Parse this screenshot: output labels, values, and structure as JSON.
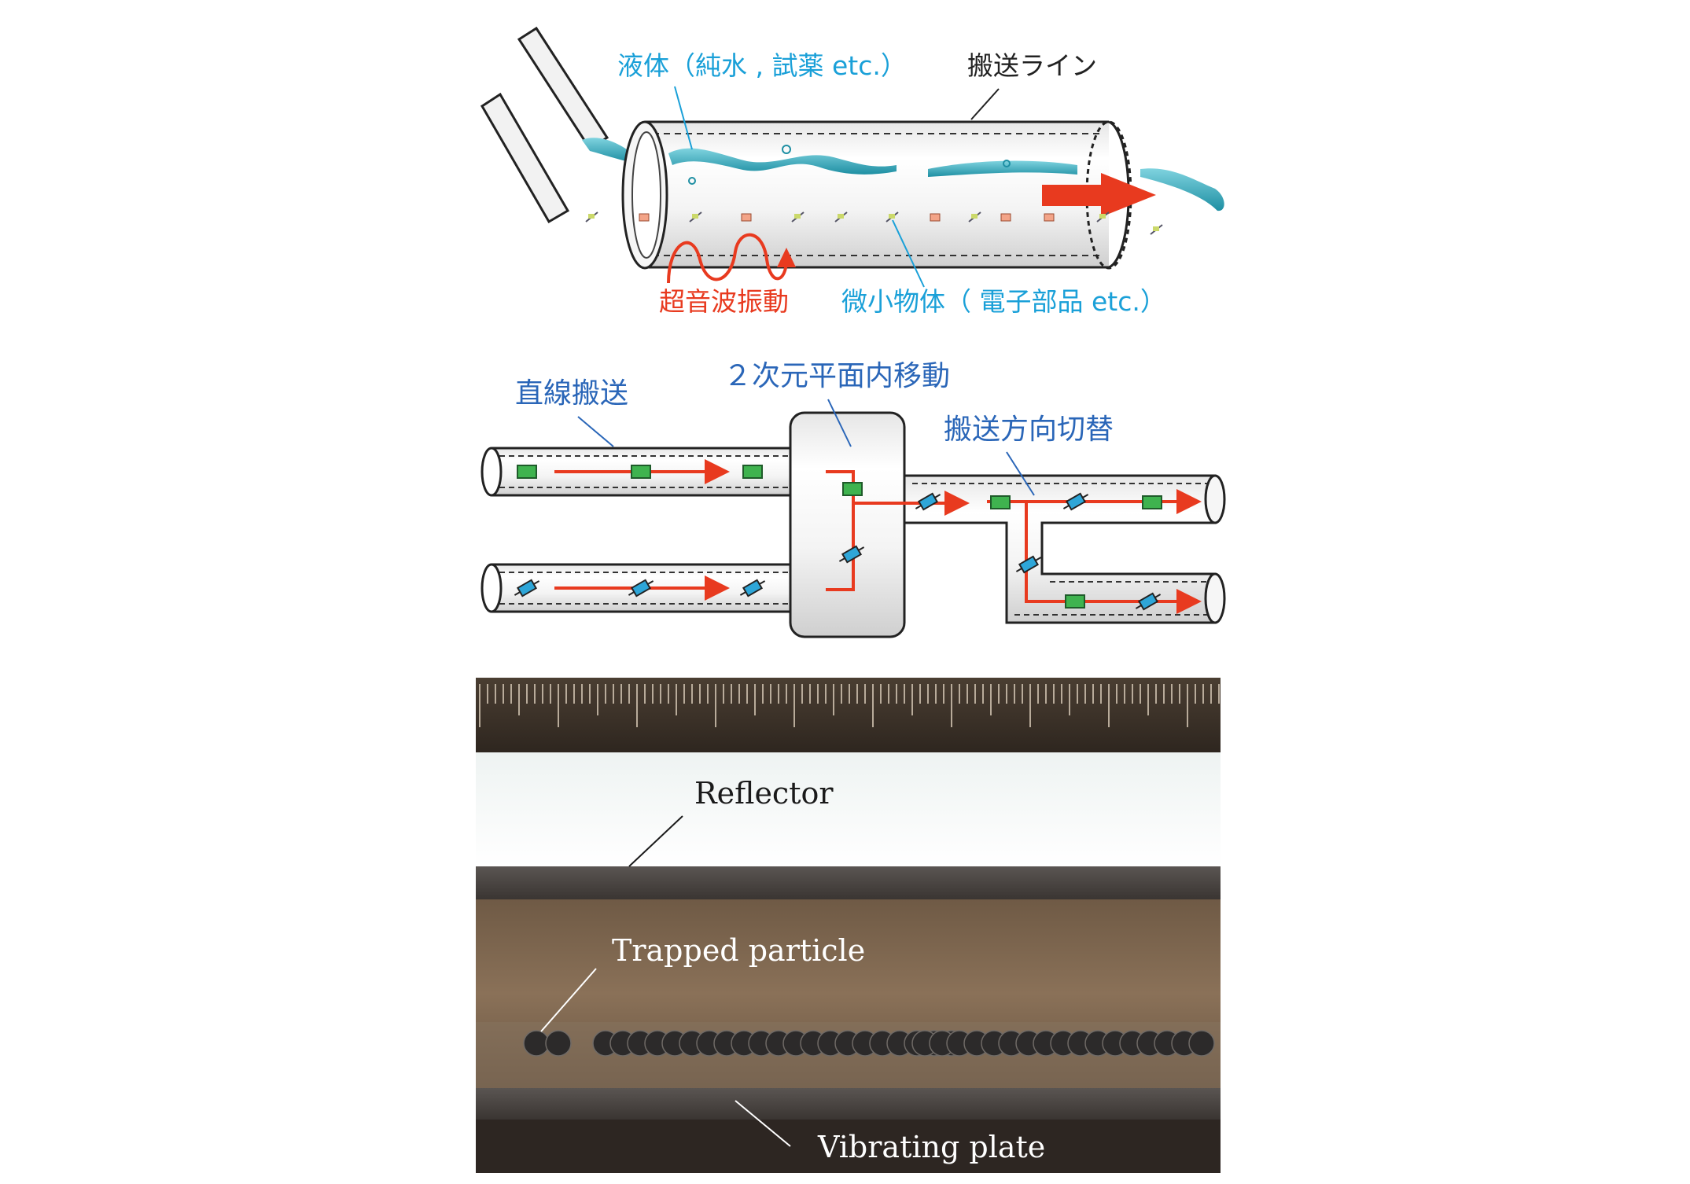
{
  "panel1": {
    "liquid_label": "液体（純水 , 試薬 etc.）",
    "line_label": "搬送ライン",
    "ultrasonic_label": "超音波振動",
    "object_label": "微小物体（ 電子部品 etc.）"
  },
  "panel2": {
    "linear_label": "直線搬送",
    "planar_label": "２次元平面内移動",
    "switch_label": "搬送方向切替"
  },
  "panel3": {
    "reflector_label": "Reflector",
    "particle_label": "Trapped particle",
    "plate_label": "Vibrating plate"
  },
  "colors": {
    "cyan_text": "#1aa0d8",
    "red_arrow": "#e83a1f",
    "blue_text": "#2a66b8",
    "green_chip": "#3fb34f",
    "blue_chip": "#2ea6d8"
  }
}
